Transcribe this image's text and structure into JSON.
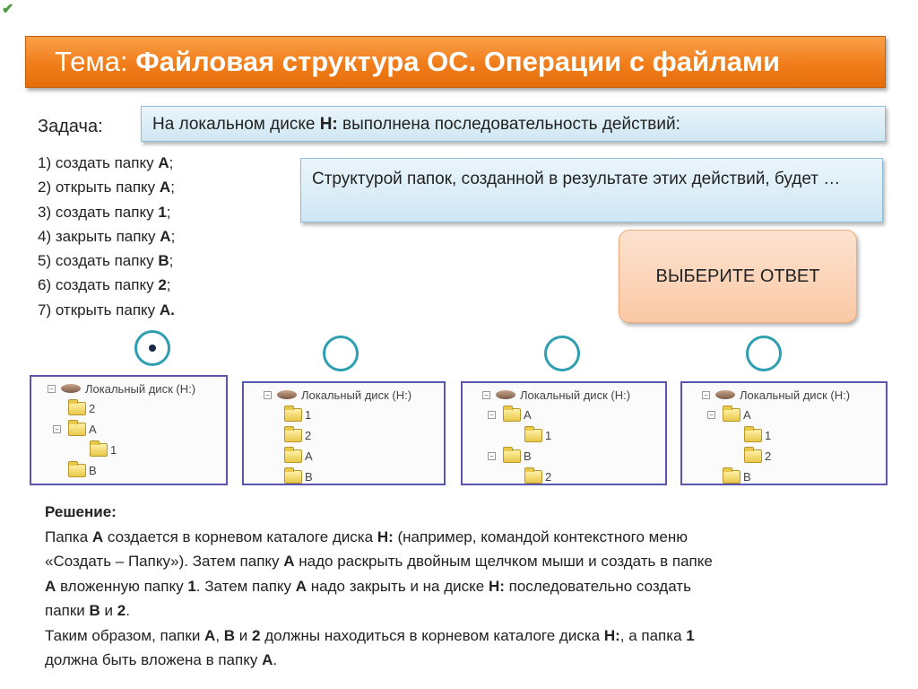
{
  "title": {
    "prefix": "Тема: ",
    "main": "Файловая структура ОС. Операции с файлами"
  },
  "task": {
    "label": "Задача:",
    "statement": [
      {
        "t": "На локальном диске "
      },
      {
        "t": "H:",
        "b": true
      },
      {
        "t": " выполнена последовательность действий:"
      }
    ],
    "steps": [
      [
        {
          "t": "1) создать папку "
        },
        {
          "t": "A",
          "b": true
        },
        {
          "t": ";"
        }
      ],
      [
        {
          "t": "2) открыть папку "
        },
        {
          "t": "A",
          "b": true
        },
        {
          "t": ";"
        }
      ],
      [
        {
          "t": "3) создать папку "
        },
        {
          "t": "1",
          "b": true
        },
        {
          "t": ";"
        }
      ],
      [
        {
          "t": "4) закрыть папку "
        },
        {
          "t": "A",
          "b": true
        },
        {
          "t": ";"
        }
      ],
      [
        {
          "t": "5) создать папку "
        },
        {
          "t": "B",
          "b": true
        },
        {
          "t": ";"
        }
      ],
      [
        {
          "t": "6) создать папку "
        },
        {
          "t": "2",
          "b": true
        },
        {
          "t": ";"
        }
      ],
      [
        {
          "t": "7) открыть папку "
        },
        {
          "t": "A.",
          "b": true
        }
      ]
    ],
    "question": "Структурой папок, созданной в результате этих действий, будет …"
  },
  "answer_button": "ВЫБЕРИТЕ ОТВЕТ",
  "options": [
    {
      "selected": true,
      "drive": "Локальный диск (H:)",
      "rows": [
        {
          "label": "2",
          "level": 1
        },
        {
          "label": "A",
          "level": 1,
          "exp": true
        },
        {
          "label": "1",
          "level": 2
        },
        {
          "label": "B",
          "level": 1
        }
      ]
    },
    {
      "selected": false,
      "drive": "Локальный диск (H:)",
      "rows": [
        {
          "label": "1",
          "level": 1
        },
        {
          "label": "2",
          "level": 1
        },
        {
          "label": "A",
          "level": 1
        },
        {
          "label": "B",
          "level": 1
        }
      ]
    },
    {
      "selected": false,
      "drive": "Локальный диск (H:)",
      "rows": [
        {
          "label": "A",
          "level": 1,
          "exp": true
        },
        {
          "label": "1",
          "level": 2
        },
        {
          "label": "B",
          "level": 1,
          "exp": true
        },
        {
          "label": "2",
          "level": 2
        }
      ]
    },
    {
      "selected": false,
      "drive": "Локальный диск (H:)",
      "rows": [
        {
          "label": "A",
          "level": 1,
          "exp": true
        },
        {
          "label": "1",
          "level": 2
        },
        {
          "label": "2",
          "level": 2
        },
        {
          "label": "B",
          "level": 1
        }
      ]
    }
  ],
  "solution": {
    "heading": "Решение:",
    "lines": [
      [
        {
          "t": "Папка "
        },
        {
          "t": "A",
          "b": true
        },
        {
          "t": " создается в корневом каталоге диска "
        },
        {
          "t": "H:",
          "b": true
        },
        {
          "t": " (например, командой контекстного меню"
        }
      ],
      [
        {
          "t": "«Создать – Папку»). Затем папку "
        },
        {
          "t": "A",
          "b": true
        },
        {
          "t": " надо раскрыть двойным щелчком мыши и создать в папке"
        }
      ],
      [
        {
          "t": "A",
          "b": true
        },
        {
          "t": " вложенную папку "
        },
        {
          "t": "1",
          "b": true
        },
        {
          "t": ". Затем папку "
        },
        {
          "t": "A",
          "b": true
        },
        {
          "t": " надо закрыть и на диске "
        },
        {
          "t": "H:",
          "b": true
        },
        {
          "t": " последовательно создать"
        }
      ],
      [
        {
          "t": "папки "
        },
        {
          "t": "B",
          "b": true
        },
        {
          "t": " и "
        },
        {
          "t": "2",
          "b": true
        },
        {
          "t": "."
        }
      ],
      [
        {
          "t": "Таким образом, папки "
        },
        {
          "t": "A",
          "b": true
        },
        {
          "t": ", "
        },
        {
          "t": "B",
          "b": true
        },
        {
          "t": " и "
        },
        {
          "t": "2",
          "b": true
        },
        {
          "t": " должны находиться в корневом каталоге диска "
        },
        {
          "t": "H:",
          "b": true
        },
        {
          "t": ", а папка "
        },
        {
          "t": "1",
          "b": true
        }
      ],
      [
        {
          "t": "должна быть вложена в папку "
        },
        {
          "t": "A",
          "b": true
        },
        {
          "t": "."
        }
      ]
    ]
  },
  "colors": {
    "title_bg": "#f07d1a",
    "radio": "#2e9fb0",
    "panel_border": "#5a55b0"
  }
}
